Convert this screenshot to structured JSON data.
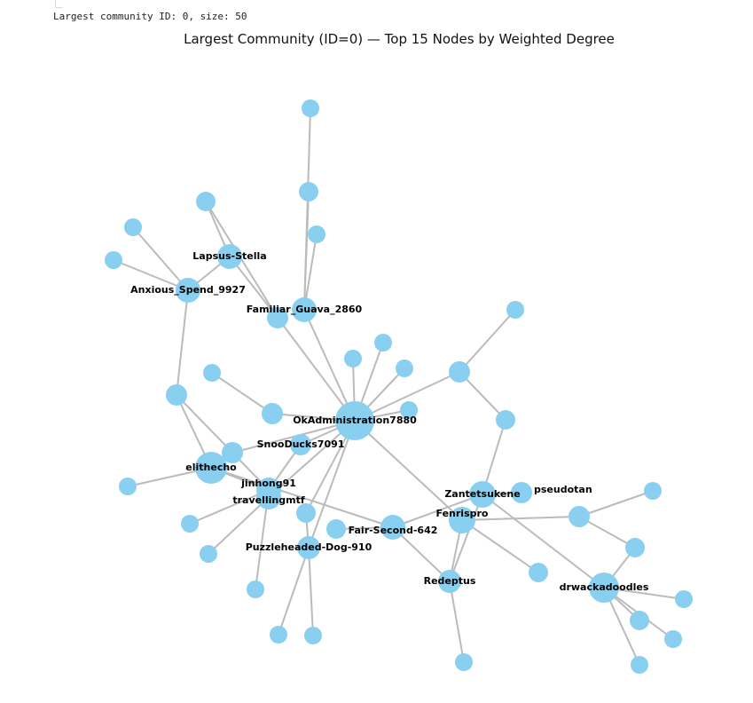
{
  "output_text": "Largest community ID: 0, size: 50",
  "chart_data": {
    "type": "network",
    "title": "Largest Community (ID=0) — Top 15 Nodes by Weighted Degree",
    "node_color": "#89CFF0",
    "edge_color": "#BBBBBB",
    "nodes": [
      {
        "id": "n1",
        "label": ""
      },
      {
        "id": "n2",
        "label": ""
      },
      {
        "id": "n3",
        "label": ""
      },
      {
        "id": "n4",
        "label": ""
      },
      {
        "id": "n5",
        "label": ""
      },
      {
        "id": "n6",
        "label": "Lapsus-Stella"
      },
      {
        "id": "n7",
        "label": ""
      },
      {
        "id": "n8",
        "label": "Anxious_Spend_9927"
      },
      {
        "id": "n9",
        "label": "Familiar_Guava_2860"
      },
      {
        "id": "n10",
        "label": ""
      },
      {
        "id": "n11",
        "label": ""
      },
      {
        "id": "n12",
        "label": ""
      },
      {
        "id": "n13",
        "label": ""
      },
      {
        "id": "n14",
        "label": ""
      },
      {
        "id": "n15",
        "label": ""
      },
      {
        "id": "n16",
        "label": ""
      },
      {
        "id": "n17",
        "label": ""
      },
      {
        "id": "n18",
        "label": ""
      },
      {
        "id": "n19",
        "label": "OkAdministration7880"
      },
      {
        "id": "n20",
        "label": ""
      },
      {
        "id": "n21",
        "label": ""
      },
      {
        "id": "n22",
        "label": "SnooDucks7091"
      },
      {
        "id": "n23",
        "label": ""
      },
      {
        "id": "n24",
        "label": "elithecho"
      },
      {
        "id": "n25",
        "label": ""
      },
      {
        "id": "n26",
        "label": "jinhong91"
      },
      {
        "id": "n26b",
        "label": "travellingmtf"
      },
      {
        "id": "n27",
        "label": "Zantetsukene"
      },
      {
        "id": "n28",
        "label": "pseudotan"
      },
      {
        "id": "n29",
        "label": ""
      },
      {
        "id": "n30",
        "label": ""
      },
      {
        "id": "n31",
        "label": ""
      },
      {
        "id": "n32",
        "label": ""
      },
      {
        "id": "n33",
        "label": ""
      },
      {
        "id": "n34",
        "label": "Fair-Second-642"
      },
      {
        "id": "n35",
        "label": "Fenrispro"
      },
      {
        "id": "n36",
        "label": "Puzzleheaded-Dog-910"
      },
      {
        "id": "n37",
        "label": ""
      },
      {
        "id": "n38",
        "label": ""
      },
      {
        "id": "n39",
        "label": ""
      },
      {
        "id": "n40",
        "label": "Redeptus"
      },
      {
        "id": "n41",
        "label": "drwackadoodles"
      },
      {
        "id": "n42",
        "label": ""
      },
      {
        "id": "n43",
        "label": ""
      },
      {
        "id": "n44",
        "label": ""
      },
      {
        "id": "n45",
        "label": ""
      },
      {
        "id": "n46",
        "label": ""
      },
      {
        "id": "n47",
        "label": ""
      },
      {
        "id": "n48",
        "label": ""
      },
      {
        "id": "n49",
        "label": ""
      }
    ],
    "edges": [
      [
        "n1",
        "n9"
      ],
      [
        "n2",
        "n9"
      ],
      [
        "n4",
        "n9"
      ],
      [
        "n3",
        "n6"
      ],
      [
        "n6",
        "n10"
      ],
      [
        "n3",
        "n10"
      ],
      [
        "n5",
        "n8"
      ],
      [
        "n7",
        "n8"
      ],
      [
        "n6",
        "n8"
      ],
      [
        "n8",
        "n17"
      ],
      [
        "n17",
        "n24"
      ],
      [
        "n17",
        "n26"
      ],
      [
        "n16",
        "n18"
      ],
      [
        "n18",
        "n19"
      ],
      [
        "n9",
        "n19"
      ],
      [
        "n10",
        "n19"
      ],
      [
        "n13",
        "n19"
      ],
      [
        "n12",
        "n19"
      ],
      [
        "n14",
        "n19"
      ],
      [
        "n15",
        "n19"
      ],
      [
        "n15",
        "n11"
      ],
      [
        "n15",
        "n21"
      ],
      [
        "n21",
        "n27"
      ],
      [
        "n20",
        "n19"
      ],
      [
        "n19",
        "n22"
      ],
      [
        "n19",
        "n23"
      ],
      [
        "n23",
        "n24"
      ],
      [
        "n24",
        "n25"
      ],
      [
        "n24",
        "n26"
      ],
      [
        "n19",
        "n26b"
      ],
      [
        "n19",
        "n36"
      ],
      [
        "n19",
        "n35"
      ],
      [
        "n19",
        "n31"
      ],
      [
        "n26",
        "n32"
      ],
      [
        "n26b",
        "n37"
      ],
      [
        "n24",
        "n34"
      ],
      [
        "n33",
        "n34"
      ],
      [
        "n34",
        "n27"
      ],
      [
        "n34",
        "n40"
      ],
      [
        "n35",
        "n40"
      ],
      [
        "n27",
        "n40"
      ],
      [
        "n35",
        "n29"
      ],
      [
        "n29",
        "n30"
      ],
      [
        "n29",
        "n38"
      ],
      [
        "n35",
        "n39"
      ],
      [
        "n27",
        "n41"
      ],
      [
        "n27",
        "n28"
      ],
      [
        "n41",
        "n38"
      ],
      [
        "n41",
        "n43"
      ],
      [
        "n41",
        "n44"
      ],
      [
        "n41",
        "n47"
      ],
      [
        "n41",
        "n49"
      ],
      [
        "n40",
        "n48"
      ],
      [
        "n36",
        "n45"
      ],
      [
        "n36",
        "n46"
      ],
      [
        "n26",
        "n42"
      ],
      [
        "n22",
        "n26"
      ],
      [
        "n31",
        "n36"
      ]
    ]
  }
}
